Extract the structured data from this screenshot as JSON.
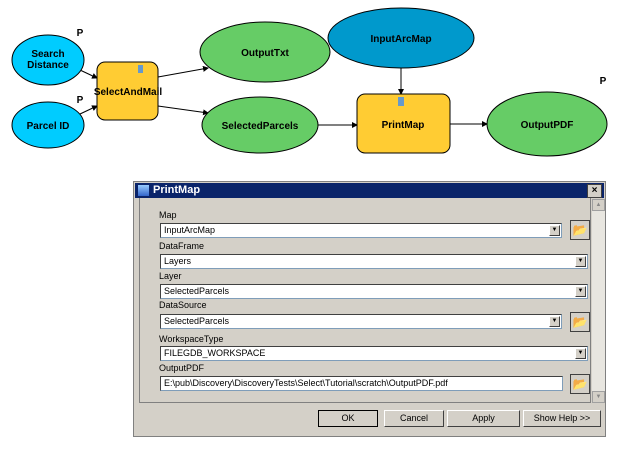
{
  "diagram": {
    "search_distance": [
      "Search",
      "Distance"
    ],
    "parcel_id": "Parcel ID",
    "select_and_mail": "SelectAndMail",
    "output_txt": "OutputTxt",
    "selected_parcels": "SelectedParcels",
    "input_arc_map": "InputArcMap",
    "print_map": "PrintMap",
    "output_pdf": "OutputPDF",
    "param_marker": "P",
    "colors": {
      "input": "#00ccff",
      "input_dark": "#0099cc",
      "tool": "#ffcc33",
      "output": "#66cc66"
    }
  },
  "dialog": {
    "title": "PrintMap",
    "close": "×",
    "fields": [
      {
        "label": "Map",
        "value": "InputArcMap"
      },
      {
        "label": "DataFrame",
        "value": "Layers"
      },
      {
        "label": "Layer",
        "value": "SelectedParcels"
      },
      {
        "label": "DataSource",
        "value": "SelectedParcels"
      },
      {
        "label": "WorkspaceType",
        "value": "FILEGDB_WORKSPACE"
      },
      {
        "label": "OutputPDF",
        "value": "E:\\pub\\Discovery\\DiscoveryTests\\Select\\Tutorial\\scratch\\OutputPDF.pdf"
      }
    ],
    "buttons": {
      "ok": "OK",
      "cancel": "Cancel",
      "apply": "Apply",
      "help": "Show Help >>"
    }
  }
}
